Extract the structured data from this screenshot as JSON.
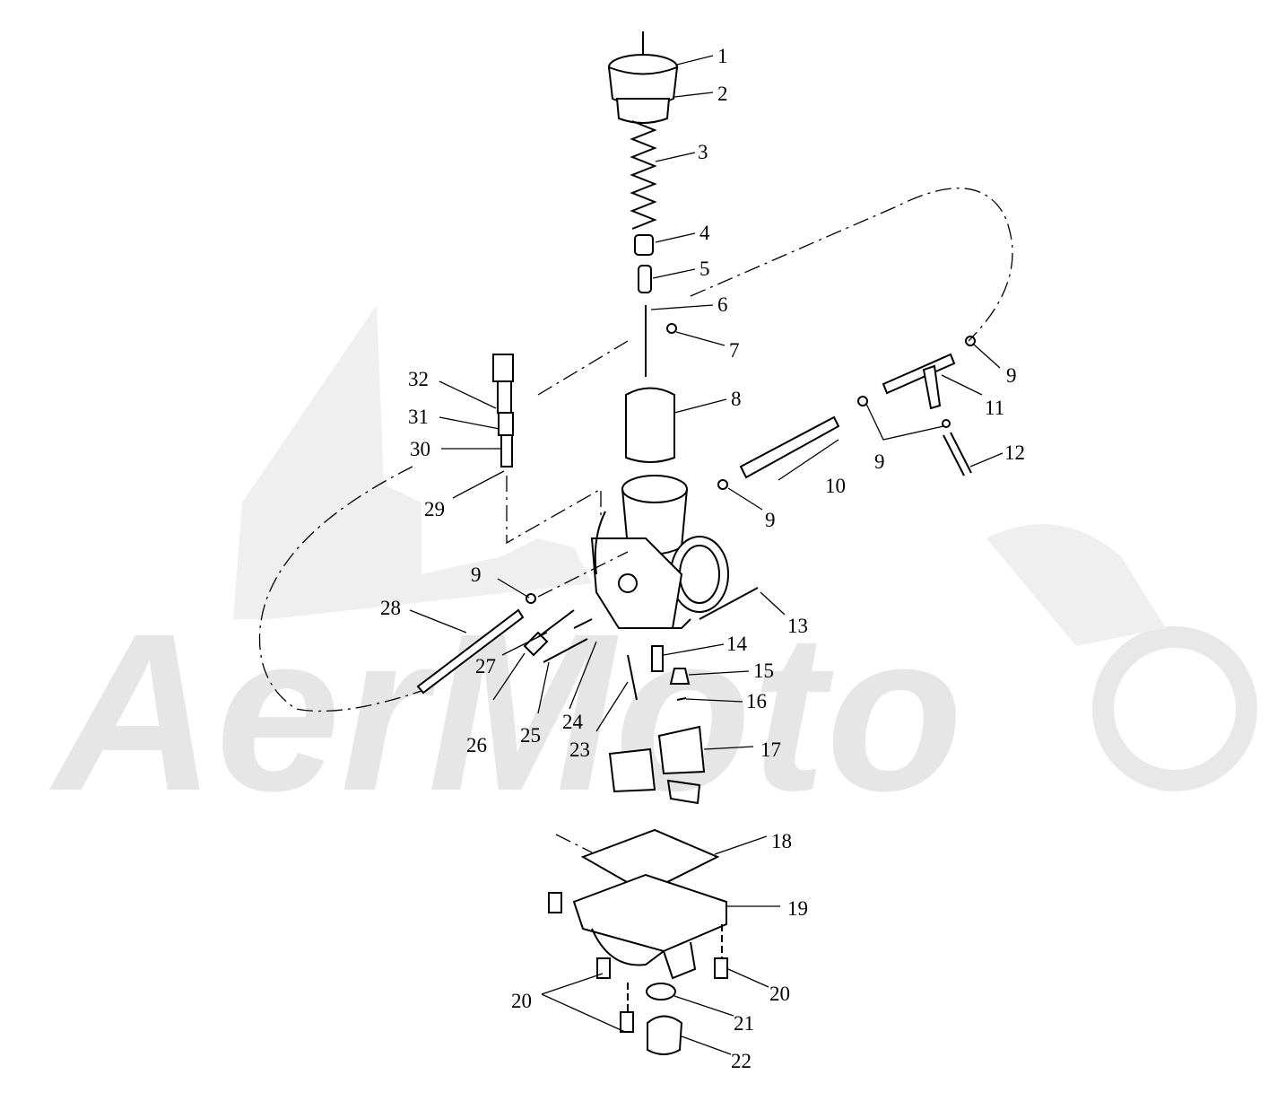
{
  "watermark": {
    "text": "AerMoto"
  },
  "callouts": [
    "1",
    "2",
    "3",
    "4",
    "5",
    "6",
    "7",
    "8",
    "9",
    "10",
    "11",
    "12",
    "13",
    "14",
    "15",
    "16",
    "17",
    "18",
    "19",
    "20",
    "21",
    "22",
    "23",
    "24",
    "25",
    "26",
    "27",
    "28",
    "29",
    "30",
    "31",
    "32"
  ],
  "callout_repeats": {
    "9": 4,
    "20": 2
  }
}
